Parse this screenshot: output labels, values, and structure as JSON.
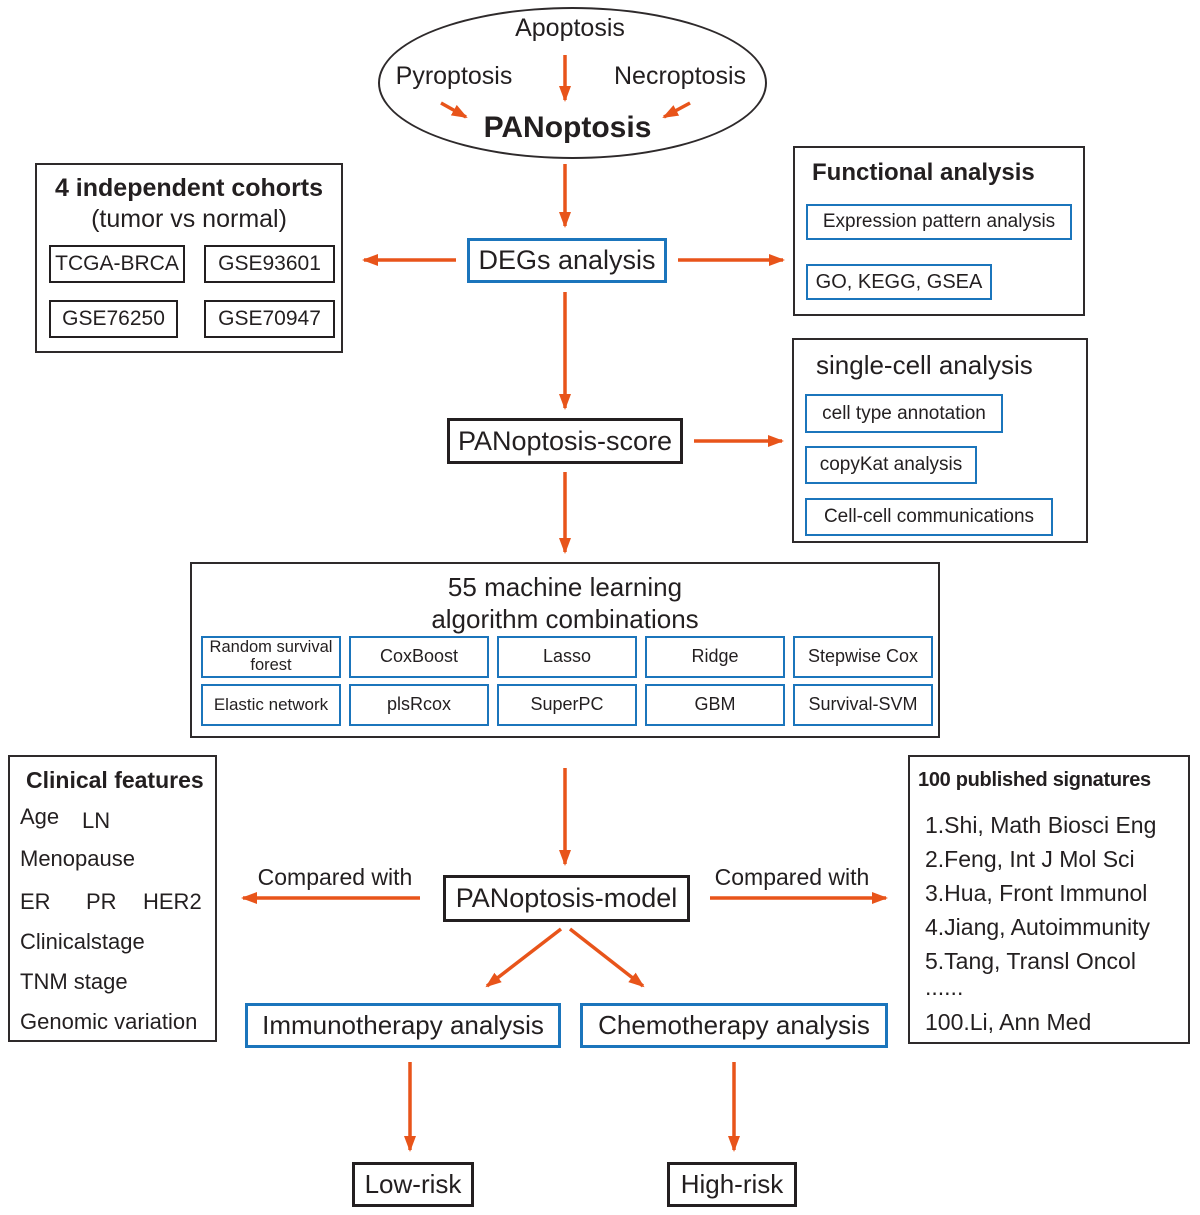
{
  "colors": {
    "accent_orange": "#E8541A",
    "accent_blue": "#1B75BC",
    "ink": "#231F20"
  },
  "ellipse": {
    "apoptosis": "Apoptosis",
    "pyroptosis": "Pyroptosis",
    "necroptosis": "Necroptosis",
    "panoptosis": "PANoptosis"
  },
  "cohorts": {
    "title": "4 independent cohorts",
    "subtitle": "(tumor vs normal)",
    "items": [
      "TCGA-BRCA",
      "GSE93601",
      "GSE76250",
      "GSE70947"
    ]
  },
  "degs": {
    "label": "DEGs analysis"
  },
  "functional": {
    "title": "Functional analysis",
    "items": [
      "Expression pattern analysis",
      "GO, KEGG, GSEA"
    ]
  },
  "score": {
    "label": "PANoptosis-score"
  },
  "single_cell": {
    "title": "single-cell analysis",
    "items": [
      "cell type annotation",
      "copyKat analysis",
      "Cell-cell communications"
    ]
  },
  "ml": {
    "title_line1": "55 machine learning",
    "title_line2": "algorithm combinations",
    "row1": [
      "Random survival forest",
      "CoxBoost",
      "Lasso",
      "Ridge",
      "Stepwise Cox"
    ],
    "row2": [
      "Elastic network",
      "plsRcox",
      "SuperPC",
      "GBM",
      "Survival-SVM"
    ]
  },
  "clinical": {
    "title": "Clinical features",
    "line1": [
      "Age",
      "LN"
    ],
    "line2": "Menopause",
    "line3": [
      "ER",
      "PR",
      "HER2"
    ],
    "line4": "Clinicalstage",
    "line5": "TNM stage",
    "line6": "Genomic variation"
  },
  "model": {
    "label": "PANoptosis-model",
    "compared_left": "Compared with",
    "compared_right": "Compared with"
  },
  "signatures": {
    "title": "100 published signatures",
    "items": [
      "1.Shi, Math Biosci Eng",
      "2.Feng, Int J Mol Sci",
      "3.Hua, Front Immunol",
      "4.Jiang, Autoimmunity",
      "5.Tang, Transl Oncol",
      "......",
      "100.Li, Ann Med"
    ]
  },
  "therapy": {
    "immunotherapy": "Immunotherapy analysis",
    "chemotherapy": "Chemotherapy analysis"
  },
  "risk": {
    "low": "Low-risk",
    "high": "High-risk"
  }
}
